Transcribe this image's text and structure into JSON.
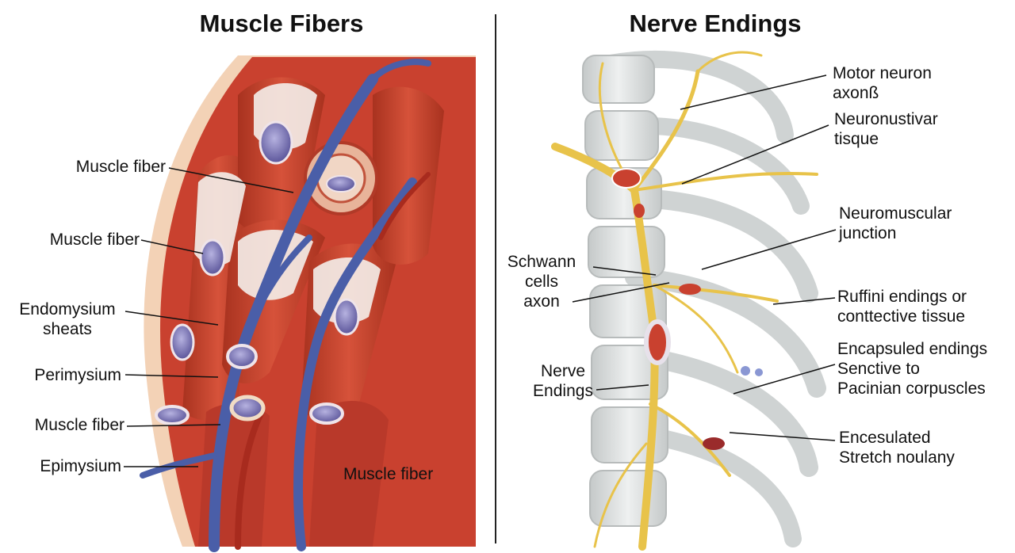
{
  "titles": {
    "left": "Muscle Fibers",
    "right": "Nerve Endings"
  },
  "muscle_labels": {
    "muscle_fiber_1": "Muscle fiber",
    "muscle_fiber_2": "Muscle fiber",
    "endomysium_line1": "Endomysium",
    "endomysium_line2": "sheats",
    "perimysium": "Perimysium",
    "muscle_fiber_3": "Muscle fiber",
    "epimysium": "Epimysium",
    "muscle_fiber_4": "Muscle fiber"
  },
  "nerve_labels": {
    "motor_line1": "Motor neuron",
    "motor_line2": "axonß",
    "neuronustivar_line1": "Neuronustivar",
    "neuronustivar_line2": "tisque",
    "nmj_line1": "Neuromuscular",
    "nmj_line2": "junction",
    "schwann_line1": "Schwann",
    "schwann_line2": "cells",
    "schwann_line3": "axon",
    "ruffini_line1": "Ruffini endings or",
    "ruffini_line2": "conttective tissue",
    "encapsuled_line1": "Encapsuled endings",
    "encapsuled_line2": "Senctive to",
    "encapsuled_line3": "Pacinian corpuscles",
    "nerve_endings_line1": "Nerve",
    "nerve_endings_line2": "Endings",
    "encesulated_line1": "Encesulated",
    "encesulated_line2": "Stretch noulany"
  },
  "colors": {
    "muscle_red": "#c9412f",
    "muscle_dark": "#9e2a1f",
    "vein_blue": "#4a5ea8",
    "nerve_yellow": "#e8c34a",
    "bone_gray": "#d9dcdc",
    "nucleus_purple": "#7b76b8"
  }
}
